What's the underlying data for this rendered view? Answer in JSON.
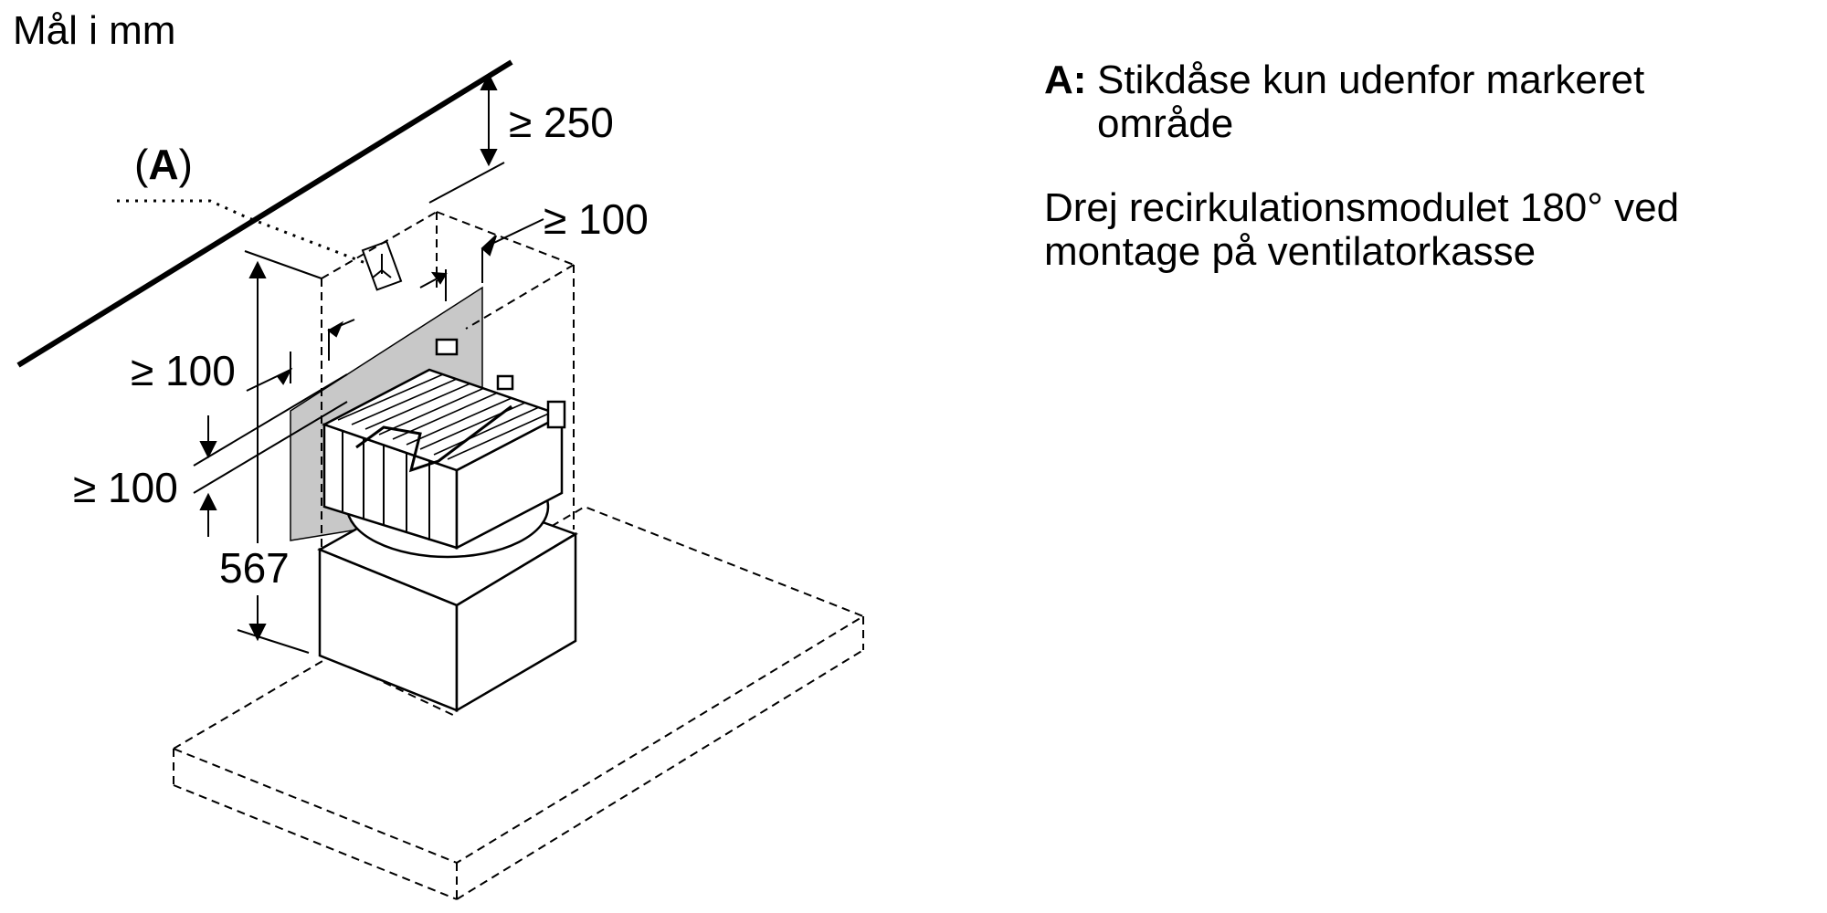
{
  "title": "Mål i mm",
  "callout": {
    "open": "(",
    "letter": "A",
    "close": ")"
  },
  "dimensions": {
    "top_clearance": "≥ 250",
    "right_offset": "≥ 100",
    "left_offset": "≥ 100",
    "socket_height": "≥ 100",
    "total_height": "567"
  },
  "legend": {
    "key": "A:",
    "text_line1": "Stikdåse kun udenfor markeret",
    "text_line2": "område",
    "note_line1": "Drej recirkulationsmodulet 180° ved",
    "note_line2": "montage på ventilatorkasse"
  },
  "colors": {
    "ink": "#000000",
    "zone": "#c8c8c8",
    "box": "#ffffff"
  }
}
